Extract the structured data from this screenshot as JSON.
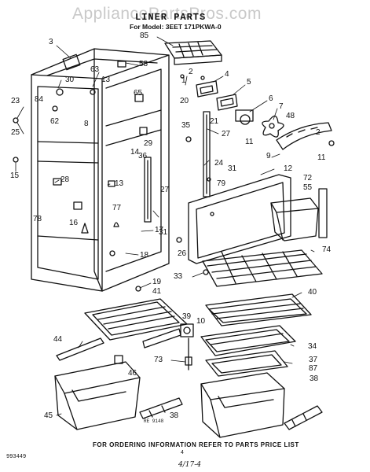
{
  "header": {
    "watermark": "AppliancePartsPros.com",
    "title": "LINER PARTS",
    "model": "For Model: 3EET 171PKWA-0"
  },
  "footer": {
    "instruction": "FOR ORDERING INFORMATION REFER TO PARTS PRICE LIST",
    "doc_number": "993449",
    "page_number": "4",
    "handwritten_note": "4/17-4",
    "ref_code": "RE 9148"
  },
  "callouts": [
    {
      "id": "c3",
      "text": "3"
    },
    {
      "id": "c85",
      "text": "85"
    },
    {
      "id": "c58",
      "text": "58"
    },
    {
      "id": "c30",
      "text": "30"
    },
    {
      "id": "c63",
      "text": "63"
    },
    {
      "id": "c13a",
      "text": "13"
    },
    {
      "id": "c84",
      "text": "84"
    },
    {
      "id": "c2a",
      "text": "2"
    },
    {
      "id": "c1a",
      "text": "1"
    },
    {
      "id": "c4",
      "text": "4"
    },
    {
      "id": "c5",
      "text": "5"
    },
    {
      "id": "c20",
      "text": "20"
    },
    {
      "id": "c65",
      "text": "65"
    },
    {
      "id": "c6",
      "text": "6"
    },
    {
      "id": "c7",
      "text": "7"
    },
    {
      "id": "c48",
      "text": "48"
    },
    {
      "id": "c23",
      "text": "23"
    },
    {
      "id": "c62",
      "text": "62"
    },
    {
      "id": "c25",
      "text": "25"
    },
    {
      "id": "c8",
      "text": "8"
    },
    {
      "id": "c35",
      "text": "35"
    },
    {
      "id": "c21",
      "text": "21"
    },
    {
      "id": "c27a",
      "text": "27"
    },
    {
      "id": "c11a",
      "text": "11"
    },
    {
      "id": "c2b",
      "text": "2"
    },
    {
      "id": "c11b",
      "text": "11"
    },
    {
      "id": "c29",
      "text": "29"
    },
    {
      "id": "c14",
      "text": "14"
    },
    {
      "id": "c36",
      "text": "36"
    },
    {
      "id": "c9",
      "text": "9"
    },
    {
      "id": "c24",
      "text": "24"
    },
    {
      "id": "c31a",
      "text": "31"
    },
    {
      "id": "c12",
      "text": "12"
    },
    {
      "id": "c15",
      "text": "15"
    },
    {
      "id": "c28",
      "text": "28"
    },
    {
      "id": "c13b",
      "text": "13"
    },
    {
      "id": "c79",
      "text": "79"
    },
    {
      "id": "c72",
      "text": "72"
    },
    {
      "id": "c55",
      "text": "55"
    },
    {
      "id": "c27b",
      "text": "27"
    },
    {
      "id": "c77",
      "text": "77"
    },
    {
      "id": "c78",
      "text": "78"
    },
    {
      "id": "c16",
      "text": "16"
    },
    {
      "id": "c17",
      "text": "17"
    },
    {
      "id": "c31b",
      "text": "31"
    },
    {
      "id": "c74",
      "text": "74"
    },
    {
      "id": "c18",
      "text": "18"
    },
    {
      "id": "c26",
      "text": "26"
    },
    {
      "id": "c33",
      "text": "33"
    },
    {
      "id": "c19",
      "text": "19"
    },
    {
      "id": "c41",
      "text": "41"
    },
    {
      "id": "c40",
      "text": "40"
    },
    {
      "id": "c39",
      "text": "39"
    },
    {
      "id": "c10",
      "text": "10"
    },
    {
      "id": "c44",
      "text": "44"
    },
    {
      "id": "c34",
      "text": "34"
    },
    {
      "id": "c73",
      "text": "73"
    },
    {
      "id": "c46",
      "text": "46"
    },
    {
      "id": "c37",
      "text": "37"
    },
    {
      "id": "c87",
      "text": "87"
    },
    {
      "id": "c38a",
      "text": "38"
    },
    {
      "id": "c45",
      "text": "45"
    },
    {
      "id": "c38b",
      "text": "38"
    }
  ]
}
